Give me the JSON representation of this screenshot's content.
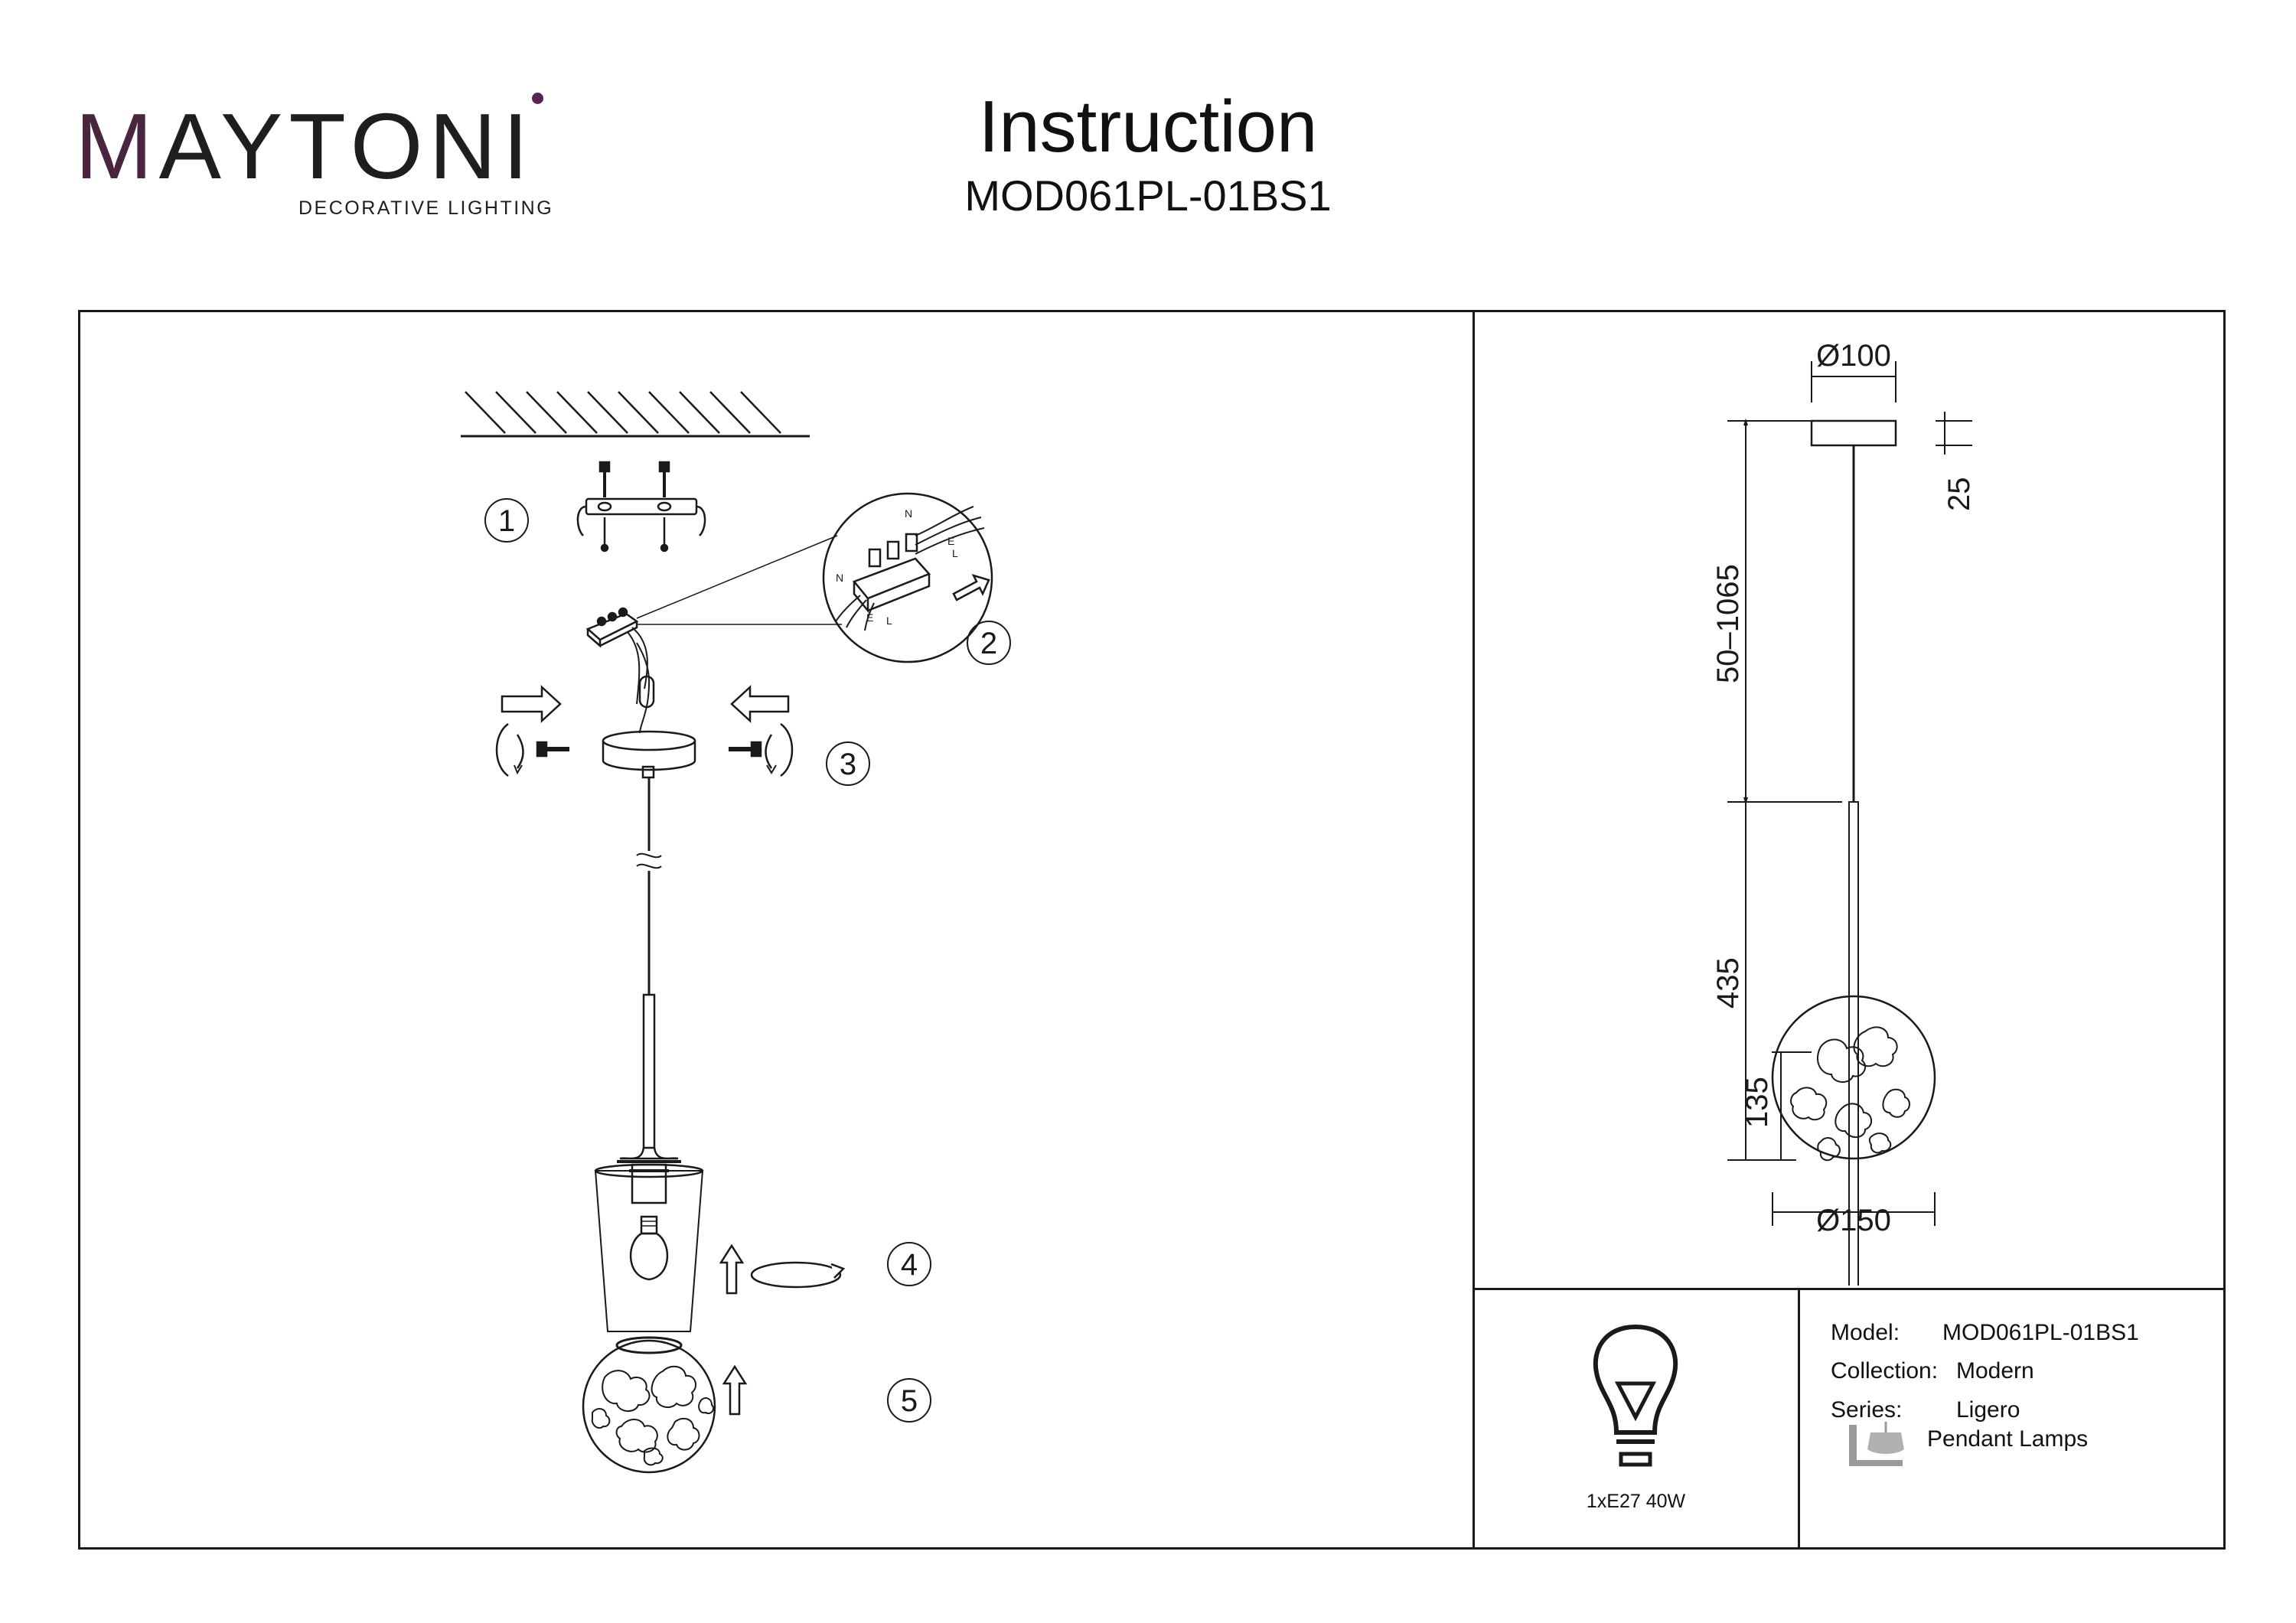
{
  "brand": {
    "name_first": "M",
    "name_rest": "AYTONI",
    "tagline": "DECORATIVE LIGHTING",
    "accent_color": "#5a2450"
  },
  "header": {
    "title": "Instruction",
    "model": "MOD061PL-01BS1"
  },
  "steps": {
    "s1": "1",
    "s2": "2",
    "s3": "3",
    "s4": "4",
    "s5": "5"
  },
  "wiring": {
    "n": "N",
    "e": "E",
    "l": "L"
  },
  "dimensions": {
    "top_diameter": "Ø100",
    "canopy_height": "25",
    "cord_length": "50–1065",
    "rod_length": "435",
    "shade_height": "135",
    "shade_diameter": "Ø150"
  },
  "specs": {
    "model_label": "Model:",
    "model_value": "MOD061PL-01BS1",
    "collection_label": "Collection:",
    "collection_value": "Modern",
    "series_label": "Series:",
    "series_value": "Ligero",
    "type_value": "Pendant Lamps",
    "type_icon": "pendant-lamp-icon"
  },
  "power": {
    "icon": "bulb-icon",
    "label": "1xE27 40W"
  }
}
